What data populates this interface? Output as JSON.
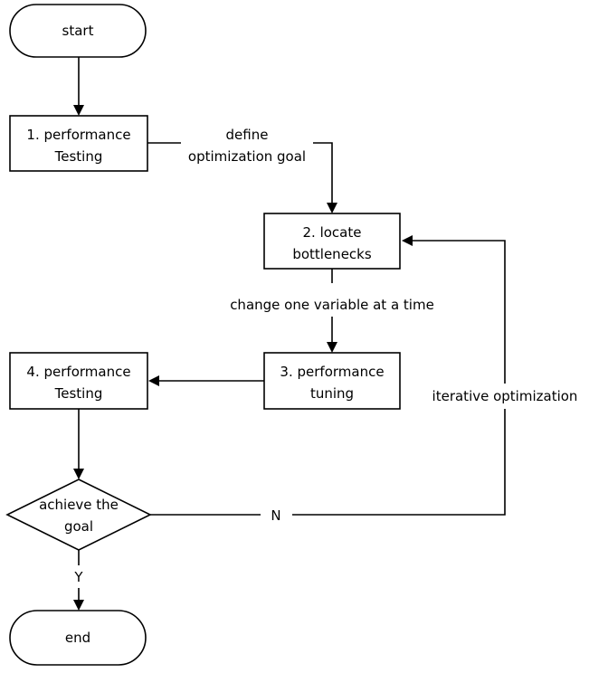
{
  "nodes": {
    "start": {
      "label": "start"
    },
    "step1": {
      "line1": "1. performance",
      "line2": "Testing"
    },
    "step2": {
      "line1": "2. locate",
      "line2": "bottlenecks"
    },
    "step3": {
      "line1": "3. performance",
      "line2": "tuning"
    },
    "step4": {
      "line1": "4. performance",
      "line2": "Testing"
    },
    "decision": {
      "line1": "achieve the",
      "line2": "goal"
    },
    "end": {
      "label": "end"
    }
  },
  "edges": {
    "define_goal": {
      "line1": "define",
      "line2": "optimization goal"
    },
    "change_variable": "change one variable at a time",
    "iterative": "iterative optimization",
    "no": "N",
    "yes": "Y"
  }
}
